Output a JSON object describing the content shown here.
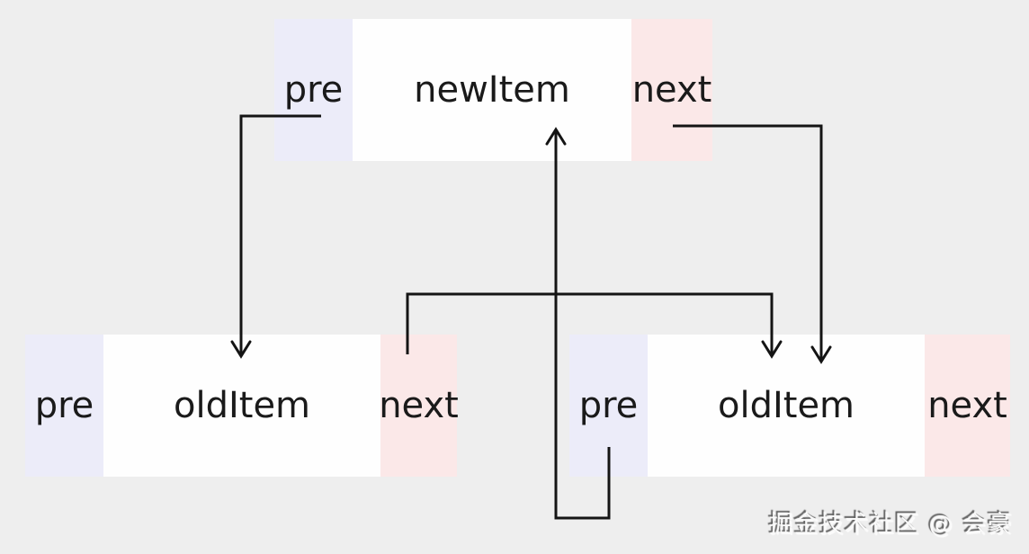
{
  "diagram": {
    "title": "linked list insert newItem between oldItem nodes",
    "background": "#eeeeee",
    "line_color": "#141414",
    "cell_colors": {
      "pre": "#ececf9",
      "item": "#fefefe",
      "next": "#fbe8e8"
    },
    "text_color": "#1a1a1a",
    "nodes": [
      {
        "id": "newItem",
        "cells": {
          "pre": "pre",
          "item": "newItem",
          "next": "next"
        }
      },
      {
        "id": "oldItemLeft",
        "cells": {
          "pre": "pre",
          "item": "oldItem",
          "next": "next"
        }
      },
      {
        "id": "oldItemRight",
        "cells": {
          "pre": "pre",
          "item": "oldItem",
          "next": "next"
        }
      }
    ],
    "edges": [
      {
        "from": "newItem.pre",
        "to": "oldItemLeft"
      },
      {
        "from": "newItem.next",
        "to": "oldItemRight"
      },
      {
        "from": "oldItemLeft.next",
        "to": "oldItemRight"
      },
      {
        "from": "oldItemRight.pre",
        "to": "newItem"
      }
    ],
    "watermark": "掘金技术社区 @ 会豪"
  }
}
